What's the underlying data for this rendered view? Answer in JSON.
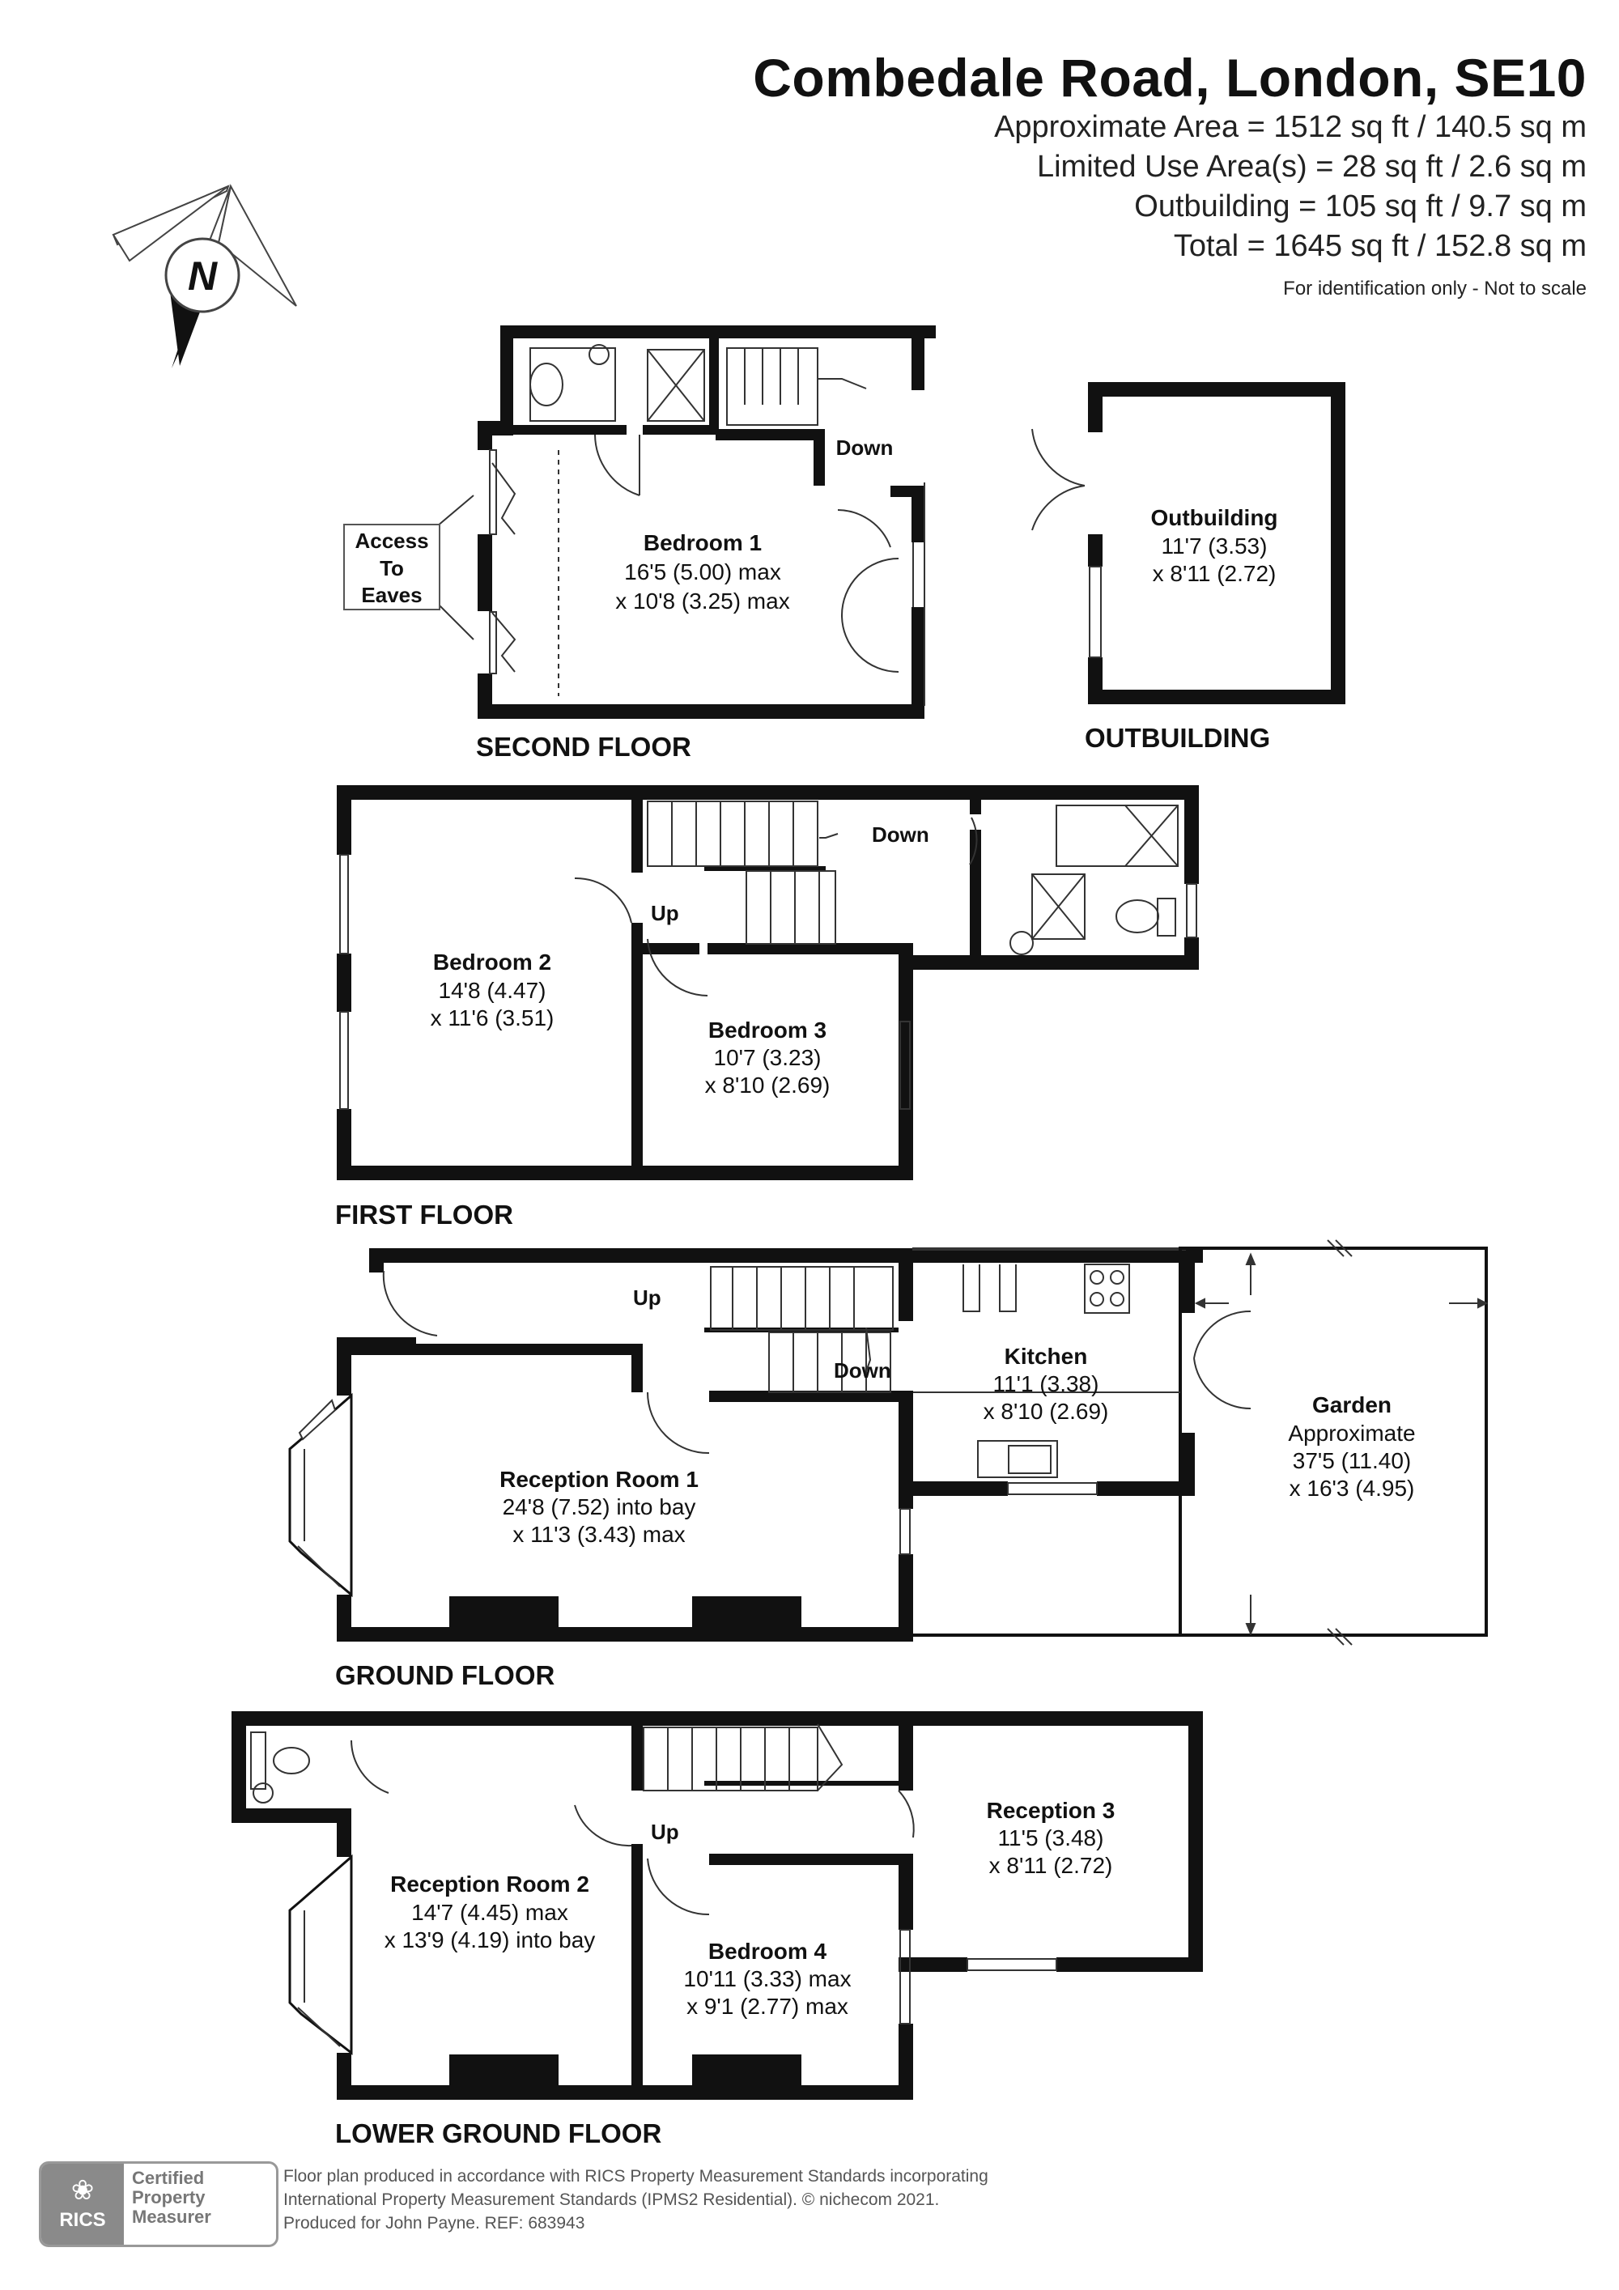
{
  "header": {
    "title": "Combedale Road, London, SE10",
    "areas": [
      "Approximate Area = 1512 sq ft / 140.5 sq m",
      "Limited Use Area(s) = 28 sq ft / 2.6 sq m",
      "Outbuilding = 105 sq ft / 9.7 sq m",
      "Total = 1645 sq ft / 152.8 sq m"
    ],
    "disclaimer": "For identification only - Not to scale"
  },
  "compass": {
    "label": "N"
  },
  "floors": {
    "second": "SECOND FLOOR",
    "outbuilding": "OUTBUILDING",
    "first": "FIRST FLOOR",
    "ground": "GROUND FLOOR",
    "lower_ground": "LOWER GROUND FLOOR"
  },
  "rooms": {
    "bedroom1": {
      "name": "Bedroom 1",
      "dim1": "16'5 (5.00) max",
      "dim2": "x 10'8 (3.25) max"
    },
    "outbuilding": {
      "name": "Outbuilding",
      "dim1": "11'7 (3.53)",
      "dim2": "x 8'11 (2.72)"
    },
    "bedroom2": {
      "name": "Bedroom 2",
      "dim1": "14'8 (4.47)",
      "dim2": "x 11'6 (3.51)"
    },
    "bedroom3": {
      "name": "Bedroom 3",
      "dim1": "10'7 (3.23)",
      "dim2": "x 8'10 (2.69)"
    },
    "kitchen": {
      "name": "Kitchen",
      "dim1": "11'1 (3.38)",
      "dim2": "x 8'10 (2.69)"
    },
    "garden": {
      "name": "Garden",
      "dim1": "Approximate",
      "dim2": "37'5 (11.40)",
      "dim3": "x 16'3 (4.95)"
    },
    "reception1": {
      "name": "Reception Room 1",
      "dim1": "24'8 (7.52) into bay",
      "dim2": "x 11'3 (3.43) max"
    },
    "reception2": {
      "name": "Reception Room 2",
      "dim1": "14'7 (4.45) max",
      "dim2": "x 13'9 (4.19) into bay"
    },
    "reception3": {
      "name": "Reception 3",
      "dim1": "11'5 (3.48)",
      "dim2": "x 8'11 (2.72)"
    },
    "bedroom4": {
      "name": "Bedroom 4",
      "dim1": "10'11 (3.33) max",
      "dim2": "x 9'1 (2.77) max"
    }
  },
  "labels": {
    "access_line1": "Access",
    "access_line2": "To",
    "access_line3": "Eaves",
    "down": "Down",
    "up": "Up"
  },
  "footer": {
    "rics_logo": "RICS",
    "badge_line1": "Certified",
    "badge_line2": "Property",
    "badge_line3": "Measurer",
    "note1": "Floor plan produced in accordance with RICS Property Measurement Standards incorporating",
    "note2": "International Property Measurement Standards (IPMS2 Residential).   © nichecom 2021.",
    "note3": "Produced for John Payne.    REF:  683943"
  }
}
